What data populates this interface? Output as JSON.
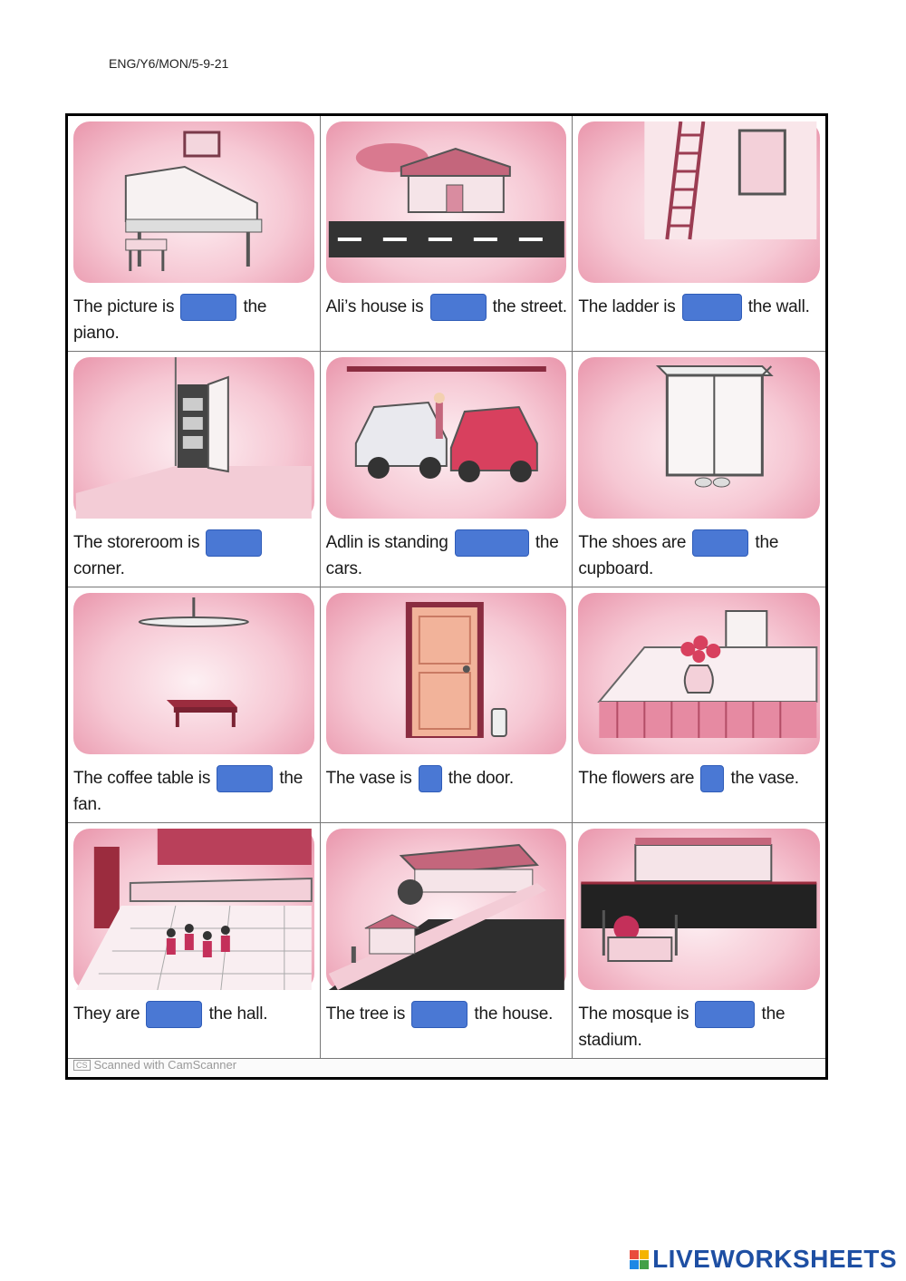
{
  "doc_code": "ENG/Y6/MON/5-9-21",
  "cells": [
    {
      "scene": "piano-icon",
      "before": "The picture is",
      "after": "the piano."
    },
    {
      "scene": "house-icon",
      "before": "Ali’s house is",
      "after": "the street."
    },
    {
      "scene": "ladder-icon",
      "before": "The ladder is",
      "after": "the wall."
    },
    {
      "scene": "storeroom-icon",
      "before": "The storeroom is",
      "after": "corner."
    },
    {
      "scene": "cars-icon",
      "before": "Adlin is standing",
      "after": "the cars."
    },
    {
      "scene": "cupboard-icon",
      "before": "The shoes are",
      "after": "the cupboard."
    },
    {
      "scene": "fan-icon",
      "before": "The coffee table is",
      "after": "the fan."
    },
    {
      "scene": "door-icon",
      "before": "The vase is",
      "after": "the door."
    },
    {
      "scene": "flowers-icon",
      "before": "The flowers are",
      "after": "the vase."
    },
    {
      "scene": "hall-icon",
      "before": "They are",
      "after": "the hall."
    },
    {
      "scene": "tree-icon",
      "before": "The tree is",
      "after": "the house."
    },
    {
      "scene": "mosque-icon",
      "before": "The mosque is",
      "after": "the stadium."
    }
  ],
  "scanner_badge": "CS",
  "scanner_text": "Scanned with CamScanner",
  "brand": "LIVEWORKSHEETS",
  "colors": {
    "blank": "#4a78d4",
    "scene_pink": "#e995ab",
    "brand": "#1e4fa3"
  }
}
